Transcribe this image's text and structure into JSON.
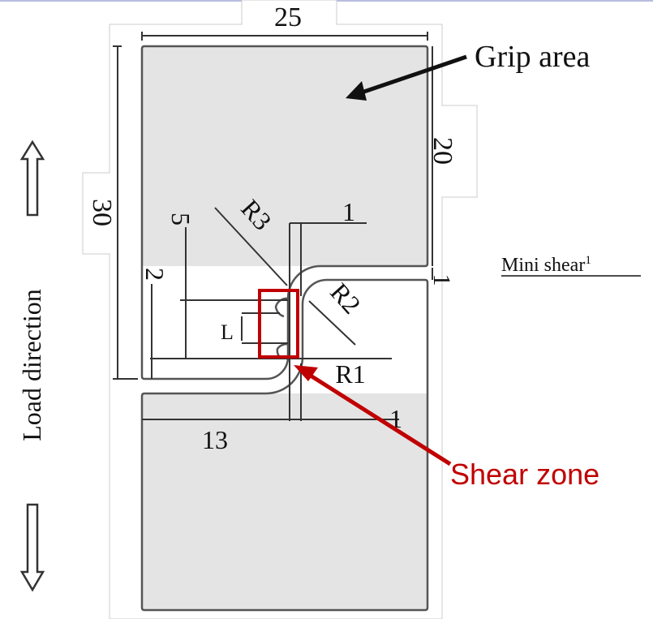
{
  "labels": {
    "grip_area": "Grip area",
    "shear_zone": "Shear zone",
    "load_direction": "Load direction",
    "mini_shear": "Mini shear",
    "mini_shear_sup": "1"
  },
  "dimensions": {
    "width_total": "25",
    "grip_height": "20",
    "height_total": "30",
    "dim_5": "5",
    "dim_2": "2",
    "dim_1_top": "1",
    "dim_1_right": "1",
    "dim_1_bottom": "1",
    "dim_13": "13",
    "gauge_length": "L",
    "radius_3": "R3",
    "radius_2": "R2",
    "radius_1": "R1"
  },
  "colors": {
    "specimen_fill": "#e4e4e4",
    "highlight": "#c00000",
    "arrow": "#111111"
  }
}
